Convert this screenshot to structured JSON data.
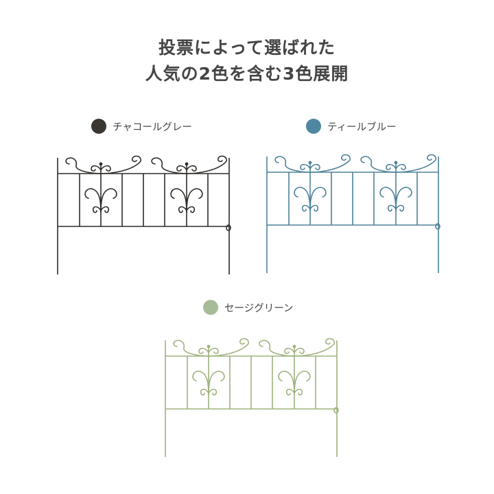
{
  "heading": {
    "line1": "投票によって選ばれた",
    "line2": "人気の2色を含む3色展開"
  },
  "colors": [
    {
      "name": "チャコールグレー",
      "swatch": "#3a3632",
      "fence": "#2e2b28",
      "icon": "charcoal-fence"
    },
    {
      "name": "ティールブルー",
      "swatch": "#4f86a0",
      "fence": "#4d8199",
      "icon": "teal-fence"
    },
    {
      "name": "セージグリーン",
      "swatch": "#a8bb98",
      "fence": "#9fb27e",
      "icon": "sage-fence"
    }
  ]
}
